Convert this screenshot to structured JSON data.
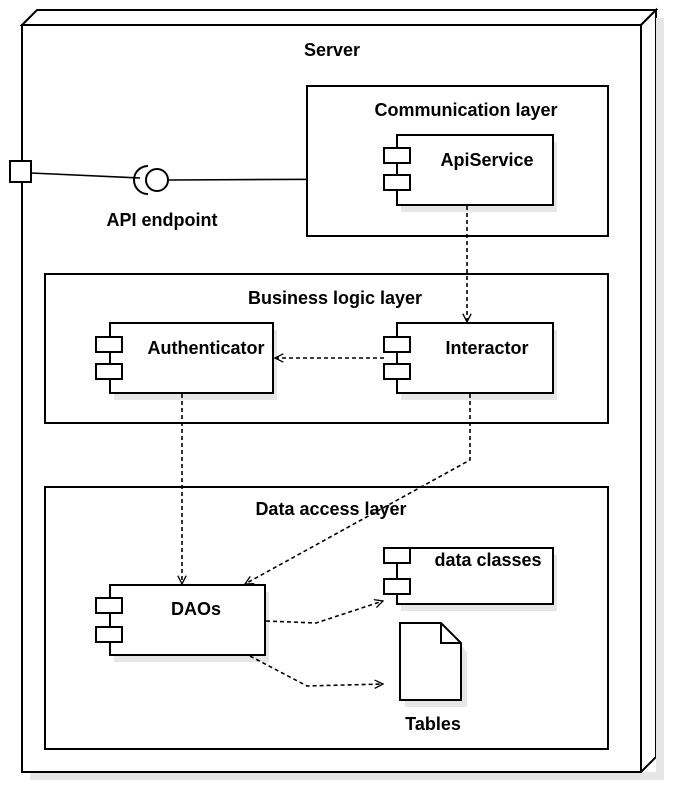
{
  "node": {
    "title": "Server"
  },
  "interface": {
    "label": "API endpoint"
  },
  "layers": {
    "communication": {
      "title": "Communication layer",
      "component": "ApiService"
    },
    "business": {
      "title": "Business logic layer",
      "components": [
        "Authenticator",
        "Interactor"
      ]
    },
    "data_access": {
      "title": "Data access layer",
      "components": [
        "DAOs",
        "data classes"
      ],
      "artifact": "Tables"
    }
  }
}
